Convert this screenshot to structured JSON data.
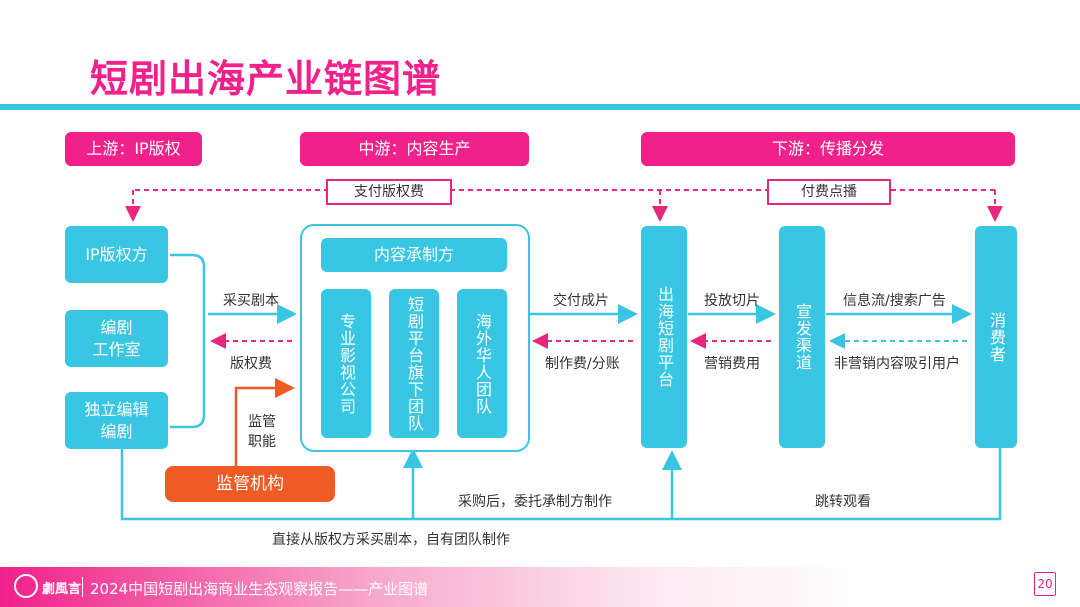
{
  "title": "短剧出海产业链图谱",
  "tiers": {
    "upstream": "上游：IP版权",
    "midstream": "中游：内容生产",
    "downstream": "下游：传播分发"
  },
  "payments": {
    "license_fee": "支付版权费",
    "paid_viewing": "付费点播"
  },
  "upstream_nodes": {
    "ip_owner": "IP版权方",
    "studio": "编剧\n工作室",
    "independent": "独立编辑\n编剧"
  },
  "midstream": {
    "producer": "内容承制方",
    "sub1": "专业影视公司",
    "sub2": "短剧平台旗下团队",
    "sub3": "海外华人团队"
  },
  "regulator": {
    "label": "监管机构",
    "function": "监管\n职能"
  },
  "downstream_nodes": {
    "platform": "出海短剧平台",
    "channel": "宣发渠道",
    "consumer": "消费者"
  },
  "edges": {
    "buy_script": "采买剧本",
    "license_fee": "版权费",
    "deliver": "交付成片",
    "production_fee": "制作费/分账",
    "ad_clips": "投放切片",
    "marketing_fee": "营销费用",
    "feed_ads": "信息流/搜索广告",
    "non_marketing": "非营销内容吸引用户",
    "commission": "采购后，委托承制方制作",
    "redirect": "跳转观看",
    "direct_buy": "直接从版权方采买剧本，自有团队制作"
  },
  "footer": {
    "logo": "劇風言",
    "report": "2024中国短剧出海商业生态观察报告——产业图谱",
    "page": "20"
  },
  "colors": {
    "accent_pink": "#f0218a",
    "node_cyan": "#39c6e3",
    "regulator_orange": "#ef5a25"
  }
}
